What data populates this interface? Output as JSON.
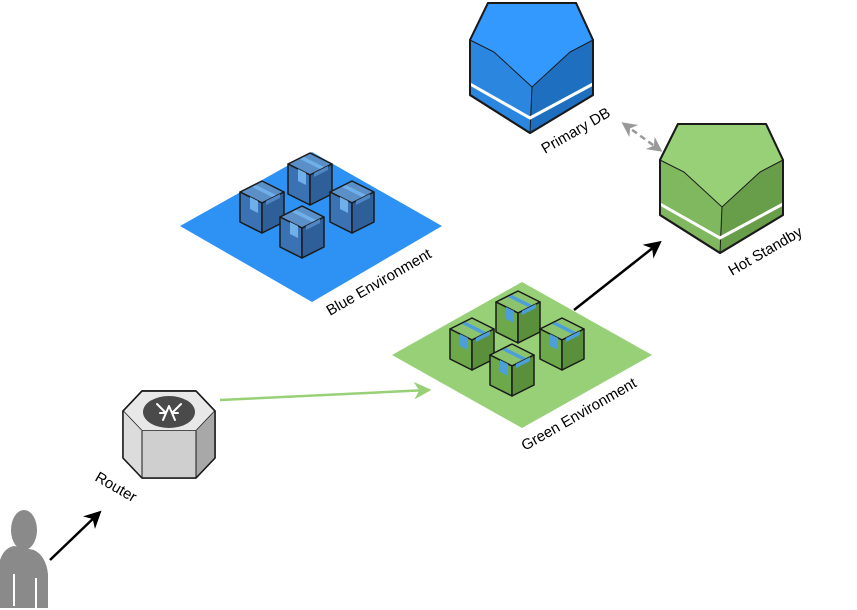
{
  "labels": {
    "blue_environment": "Blue Environment",
    "green_environment": "Green Environment",
    "primary_db": "Primary DB",
    "hot_standby": "Hot Standby",
    "router": "Router"
  },
  "icons": {
    "user": "user-icon",
    "router": "router-icon",
    "blue_environment": "server-cluster-icon",
    "green_environment": "server-cluster-icon",
    "primary_db": "database-icon",
    "hot_standby": "database-icon"
  },
  "colors": {
    "blue_platform": "#2e92f5",
    "blue_box_top": "#5b8fc7",
    "blue_box_left": "#3a72b3",
    "blue_box_right": "#2f5f99",
    "blue_stripe": "#6fb0ea",
    "green_platform": "#97d077",
    "green_box_top": "#8cc46e",
    "green_box_left": "#6da84b",
    "green_box_right": "#5a8f3c",
    "green_stripe": "#4c9fd8",
    "primary_db_light": "#3399ff",
    "primary_db_mid": "#2b86e0",
    "primary_db_dark": "#1f6fc0",
    "standby_light": "#97d077",
    "standby_mid": "#7fb85e",
    "standby_dark": "#689d4a",
    "router_top": "#e8e8e8",
    "router_side": "#b5b5b5",
    "router_emblem": "#4a4a4a",
    "user": "#8a8a8a",
    "arrow_black": "#000000",
    "arrow_green": "#97d077",
    "arrow_gray": "#999999"
  },
  "connections": [
    {
      "from": "user",
      "to": "router",
      "style": "solid-black-arrow"
    },
    {
      "from": "router",
      "to": "green_environment",
      "style": "solid-green-arrow"
    },
    {
      "from": "green_environment",
      "to": "hot_standby",
      "style": "solid-black-arrow"
    },
    {
      "from": "primary_db",
      "to": "hot_standby",
      "style": "dashed-gray-bidirectional"
    }
  ]
}
